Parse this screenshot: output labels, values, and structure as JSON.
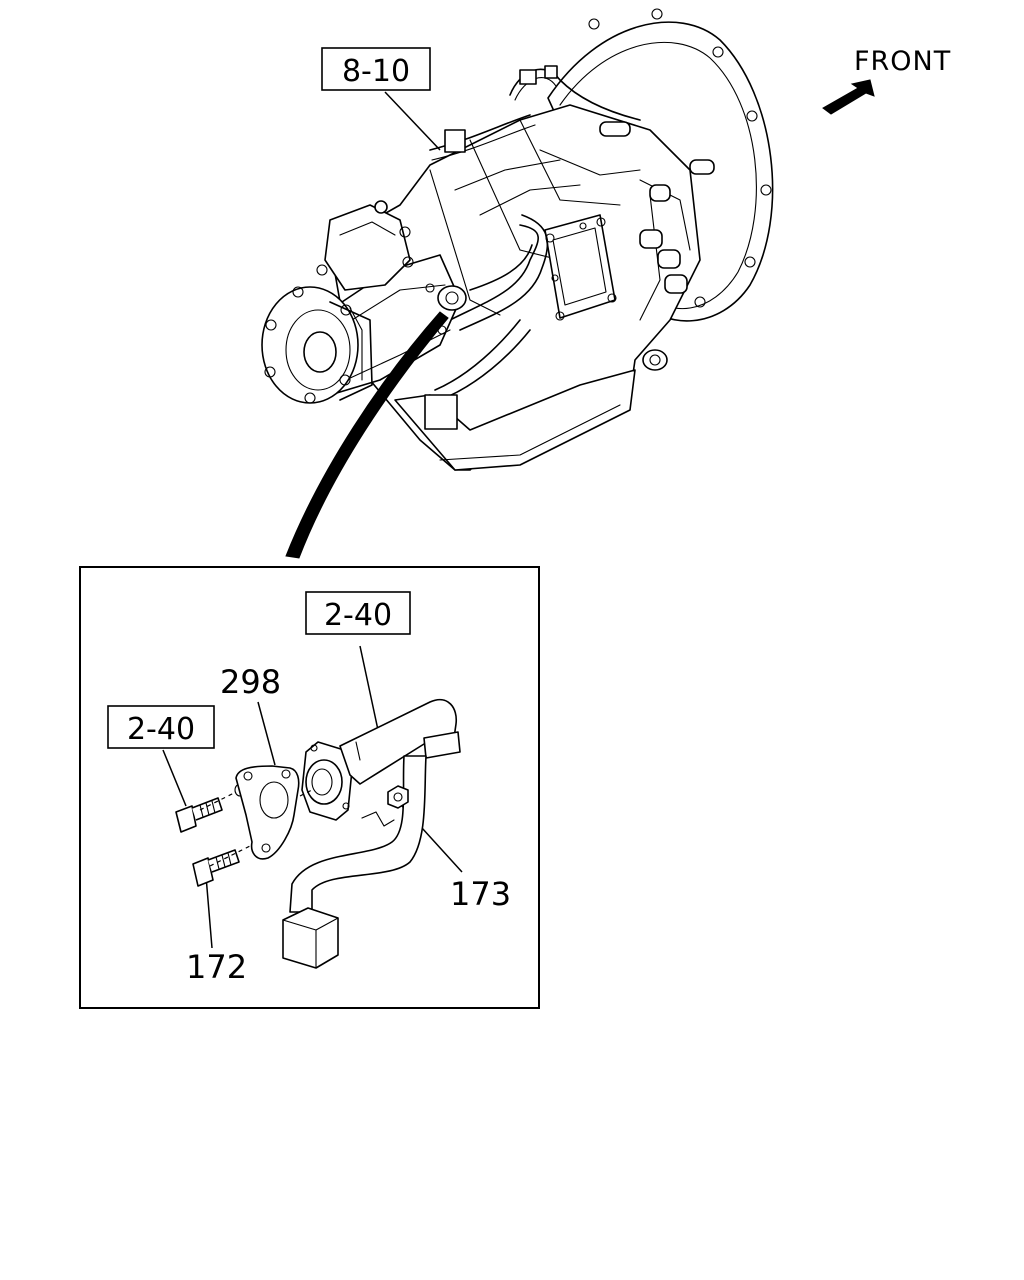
{
  "front_label": "FRONT",
  "ref_8_10": "8-10",
  "ref_2_40_top": "2-40",
  "ref_2_40_left": "2-40",
  "part_298": "298",
  "part_173": "173",
  "part_172": "172"
}
